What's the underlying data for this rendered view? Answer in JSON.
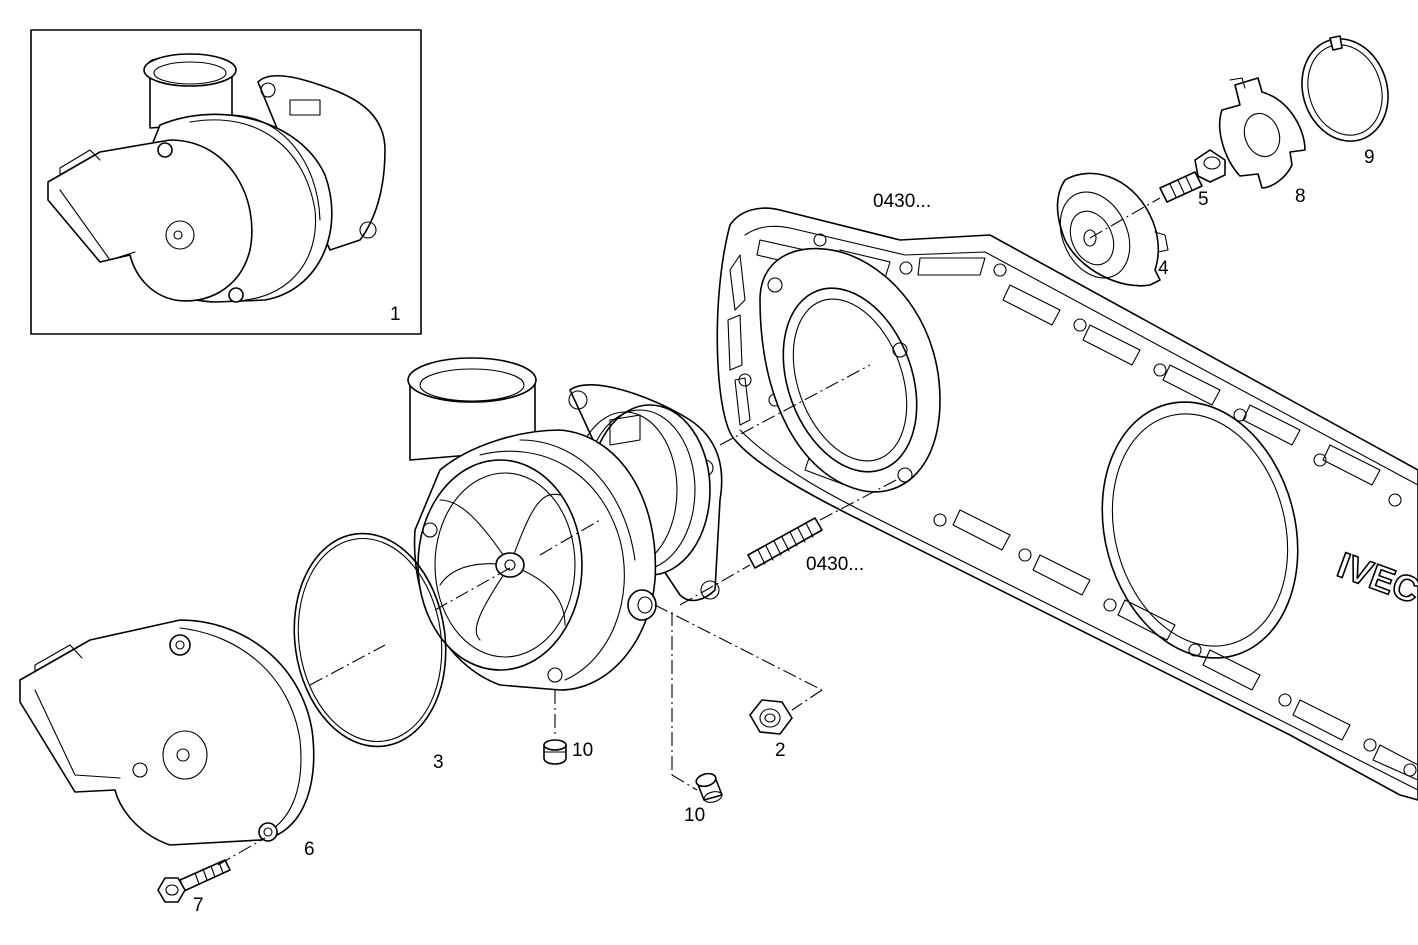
{
  "callouts": {
    "c1": "1",
    "c2": "2",
    "c3": "3",
    "c4": "4",
    "c5": "5",
    "c6": "6",
    "c7": "7",
    "c8": "8",
    "c9": "9",
    "c10a": "10",
    "c10b": "10"
  },
  "references": {
    "gasket_ref": "0430...",
    "stud_ref": "0430..."
  },
  "gasket_logo": "IVEC"
}
